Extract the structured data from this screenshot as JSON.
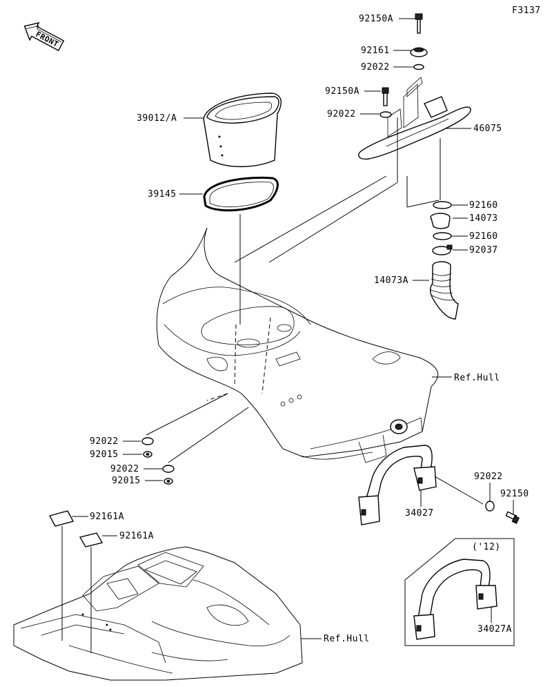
{
  "diagram_code": "F3137",
  "front_label": "FRONT",
  "callouts": [
    {
      "id": "c1",
      "text": "92150A"
    },
    {
      "id": "c2",
      "text": "92161"
    },
    {
      "id": "c3",
      "text": "92022"
    },
    {
      "id": "c4",
      "text": "92150A"
    },
    {
      "id": "c5",
      "text": "92022"
    },
    {
      "id": "c6",
      "text": "46075"
    },
    {
      "id": "c7",
      "text": "39012/A"
    },
    {
      "id": "c8",
      "text": "39145"
    },
    {
      "id": "c9",
      "text": "92160"
    },
    {
      "id": "c10",
      "text": "14073"
    },
    {
      "id": "c11",
      "text": "92160"
    },
    {
      "id": "c12",
      "text": "92037"
    },
    {
      "id": "c13",
      "text": "14073A"
    },
    {
      "id": "c14",
      "text": "Ref.Hull"
    },
    {
      "id": "c15",
      "text": "92022"
    },
    {
      "id": "c16",
      "text": "92015"
    },
    {
      "id": "c17",
      "text": "92022"
    },
    {
      "id": "c18",
      "text": "92015"
    },
    {
      "id": "c19",
      "text": "92022"
    },
    {
      "id": "c20",
      "text": "92150"
    },
    {
      "id": "c21",
      "text": "34027"
    },
    {
      "id": "c22",
      "text": "92161A"
    },
    {
      "id": "c23",
      "text": "92161A"
    },
    {
      "id": "c24",
      "text": "Ref.Hull"
    },
    {
      "id": "c25",
      "text": "('12)"
    },
    {
      "id": "c26",
      "text": "34027A"
    }
  ]
}
